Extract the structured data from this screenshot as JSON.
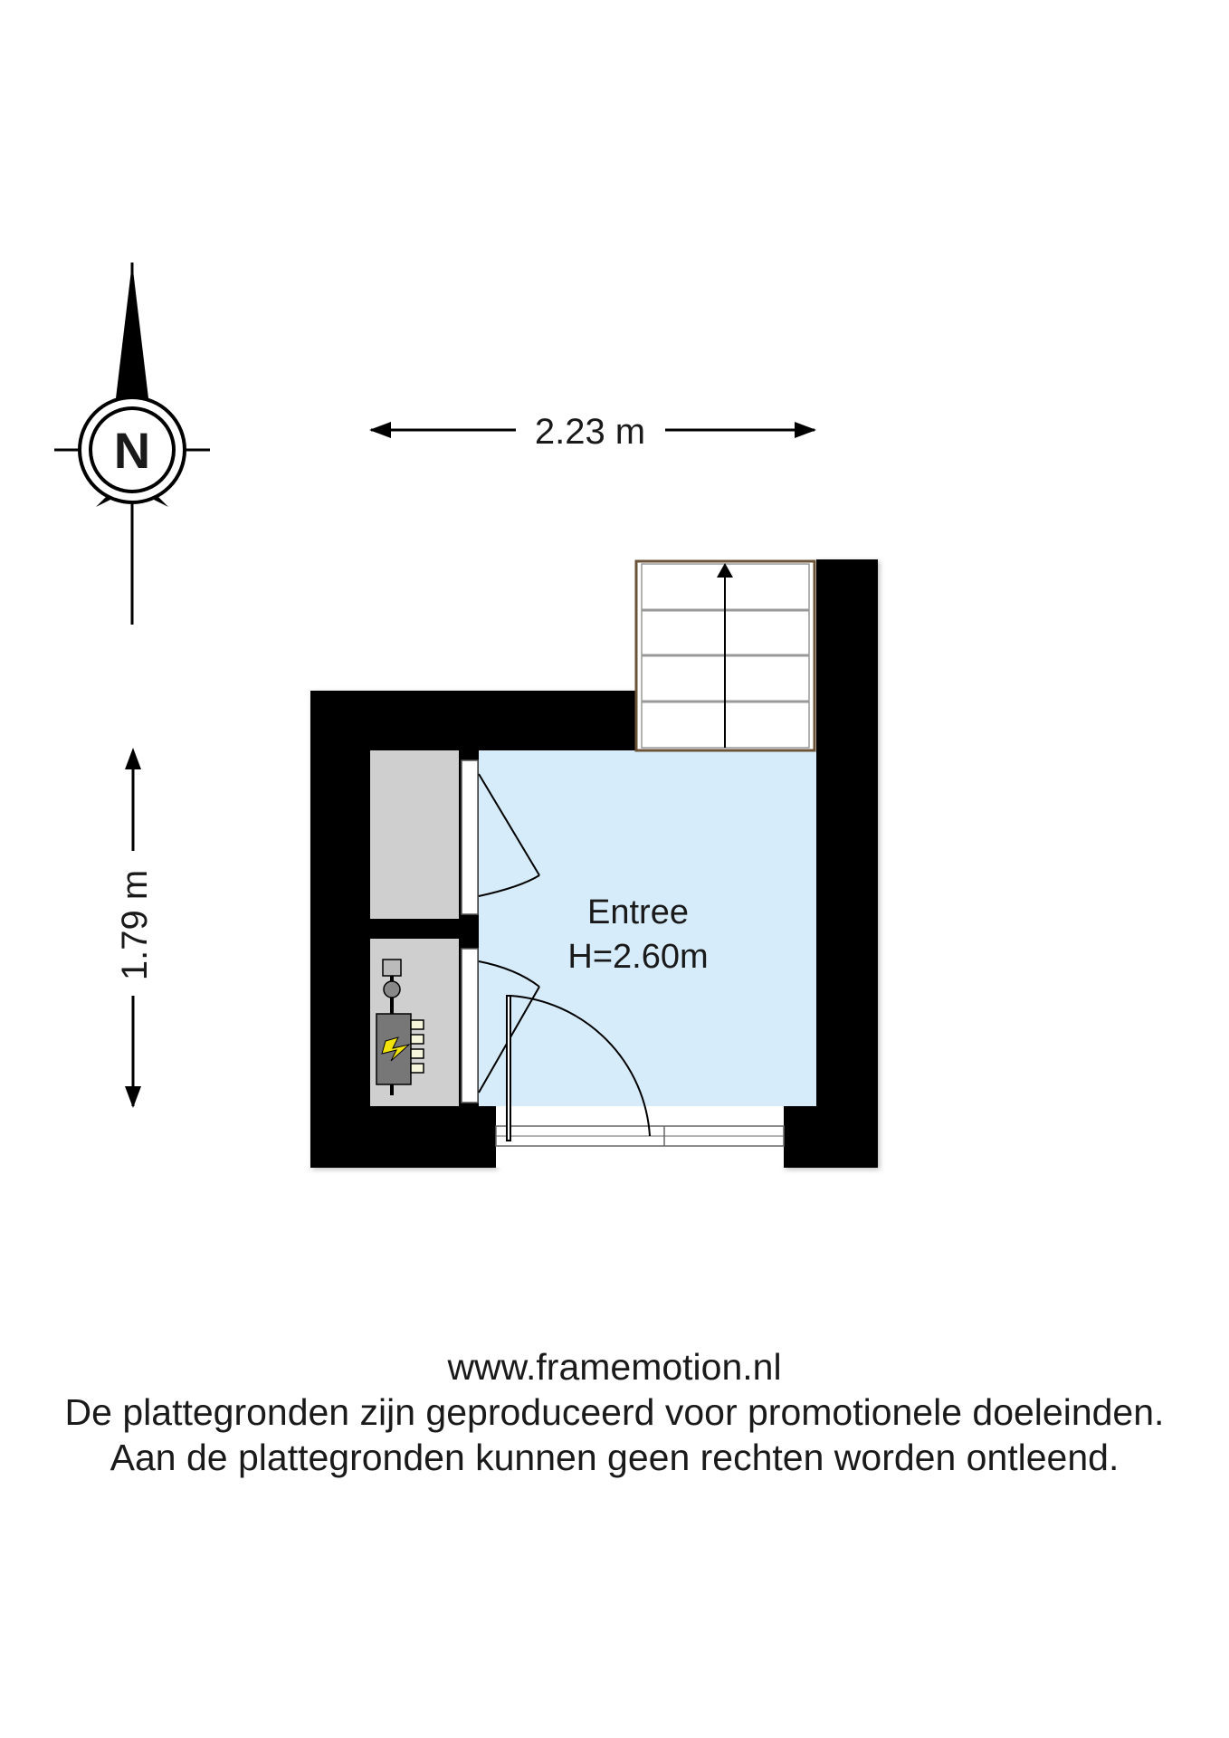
{
  "compass": {
    "letter": "N",
    "icon": "north-compass-icon"
  },
  "dimensions": {
    "width_label": "2.23 m",
    "height_label": "1.79 m"
  },
  "room": {
    "name": "Entree",
    "height": "H=2.60m",
    "fill_color": "#d6ecfa"
  },
  "icons": {
    "meter_cupboard": "electric-meter-icon",
    "stairs": "staircase-icon"
  },
  "footer": {
    "url": "www.framemotion.nl",
    "line1": "De plattegronden zijn geproduceerd voor promotionele doeleinden.",
    "line2": "Aan de plattegronden kunnen geen rechten worden ontleend."
  }
}
